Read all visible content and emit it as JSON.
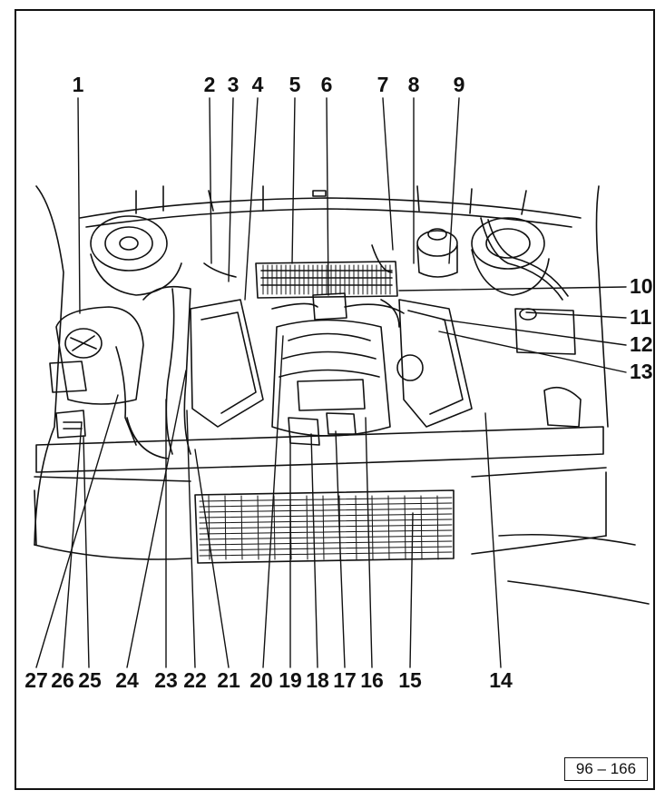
{
  "diagram": {
    "callouts_top": [
      {
        "id": "c1",
        "label": "1"
      },
      {
        "id": "c2",
        "label": "2"
      },
      {
        "id": "c3",
        "label": "3"
      },
      {
        "id": "c4",
        "label": "4"
      },
      {
        "id": "c5",
        "label": "5"
      },
      {
        "id": "c6",
        "label": "6"
      },
      {
        "id": "c7",
        "label": "7"
      },
      {
        "id": "c8",
        "label": "8"
      },
      {
        "id": "c9",
        "label": "9"
      }
    ],
    "callouts_right": [
      {
        "id": "c10",
        "label": "10"
      },
      {
        "id": "c11",
        "label": "11"
      },
      {
        "id": "c12",
        "label": "12"
      },
      {
        "id": "c13",
        "label": "13"
      }
    ],
    "callouts_bottom": [
      {
        "id": "c27",
        "label": "27"
      },
      {
        "id": "c26",
        "label": "26"
      },
      {
        "id": "c25",
        "label": "25"
      },
      {
        "id": "c24",
        "label": "24"
      },
      {
        "id": "c23",
        "label": "23"
      },
      {
        "id": "c22",
        "label": "22"
      },
      {
        "id": "c21",
        "label": "21"
      },
      {
        "id": "c20",
        "label": "20"
      },
      {
        "id": "c19",
        "label": "19"
      },
      {
        "id": "c18",
        "label": "18"
      },
      {
        "id": "c17",
        "label": "17"
      },
      {
        "id": "c16",
        "label": "16"
      },
      {
        "id": "c15",
        "label": "15"
      },
      {
        "id": "c14",
        "label": "14"
      }
    ],
    "figure_reference": "96 – 166"
  }
}
